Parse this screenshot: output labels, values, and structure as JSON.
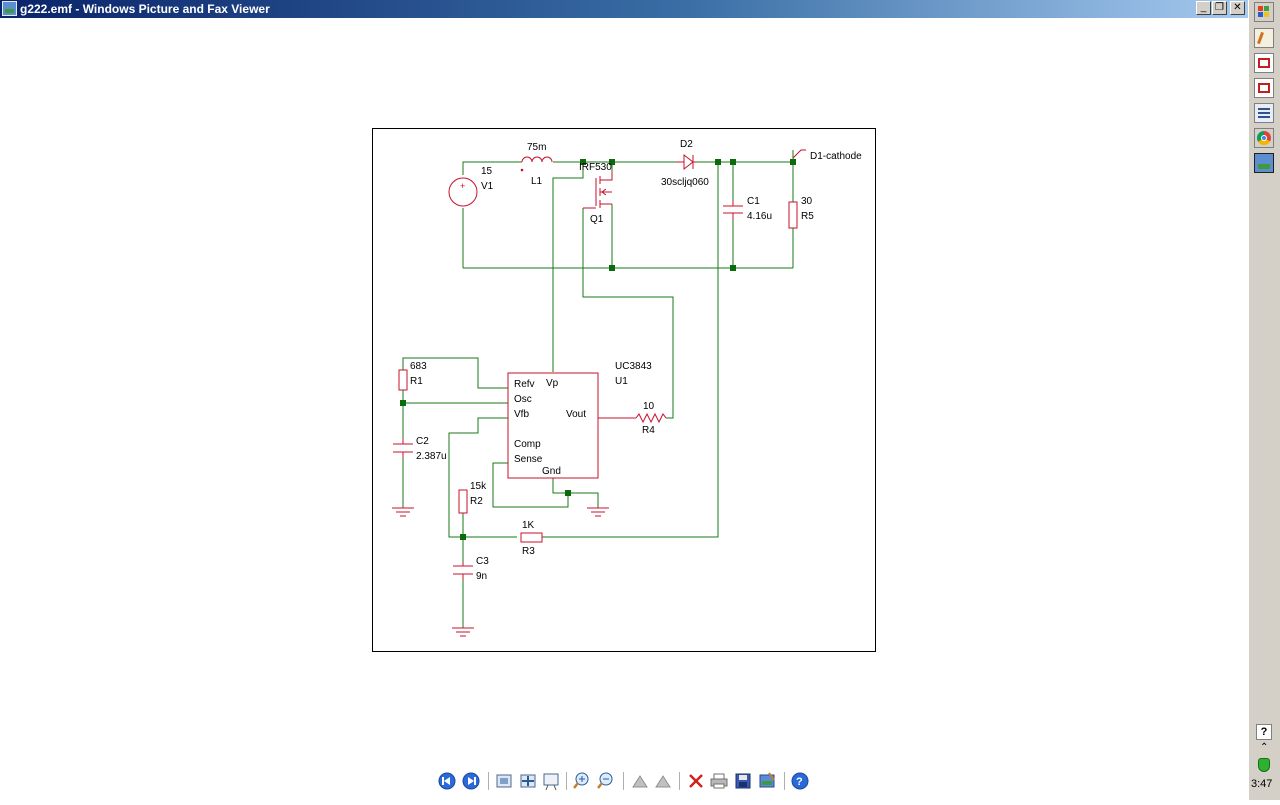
{
  "window": {
    "title": "g222.emf - Windows Picture and Fax Viewer"
  },
  "controls": {
    "minimize": "_",
    "restore": "❐",
    "close": "✕"
  },
  "schematic": {
    "v1": {
      "value": "15",
      "name": "V1",
      "symbol": "+"
    },
    "l1": {
      "value": "75m",
      "name": "L1"
    },
    "q1": {
      "part": "IRF530",
      "name": "Q1"
    },
    "d2": {
      "name": "D2",
      "part": "30scljq060"
    },
    "c1": {
      "name": "C1",
      "value": "4.16u"
    },
    "r5": {
      "value": "30",
      "name": "R5"
    },
    "probe": {
      "label": "D1-cathode"
    },
    "u1": {
      "part": "UC3843",
      "name": "U1",
      "pins": {
        "refv": "Refv",
        "vp": "Vp",
        "osc": "Osc",
        "vfb": "Vfb",
        "vout": "Vout",
        "comp": "Comp",
        "sense": "Sense",
        "gnd": "Gnd"
      }
    },
    "r1": {
      "value": "683",
      "name": "R1"
    },
    "c2": {
      "name": "C2",
      "value": "2.387u"
    },
    "r4": {
      "value": "10",
      "name": "R4"
    },
    "r2": {
      "value": "15k",
      "name": "R2"
    },
    "r3": {
      "value": "1K",
      "name": "R3"
    },
    "c3": {
      "name": "C3",
      "value": "9n"
    }
  },
  "quicklaunch": {
    "icons": [
      "windows-flag-icon",
      "script-icon",
      "pdf-icon",
      "pdf-icon",
      "document-list-icon",
      "chrome-icon",
      "picture-viewer-icon"
    ],
    "help": "?",
    "expand": "⌃",
    "clock": "3:47"
  },
  "toolbar": {
    "buttons": [
      "previous-image",
      "next-image",
      "best-fit",
      "actual-size",
      "slideshow",
      "zoom-in",
      "zoom-out",
      "rotate-clockwise",
      "rotate-counterclockwise",
      "delete",
      "print",
      "copy-to",
      "open-for-editing",
      "help"
    ]
  },
  "colors": {
    "component": "#c8102e",
    "wire": "#1a7a1a",
    "node": "#0b6b0b",
    "title_gradient_start": "#0a246a",
    "title_gradient_end": "#a6caf0"
  }
}
